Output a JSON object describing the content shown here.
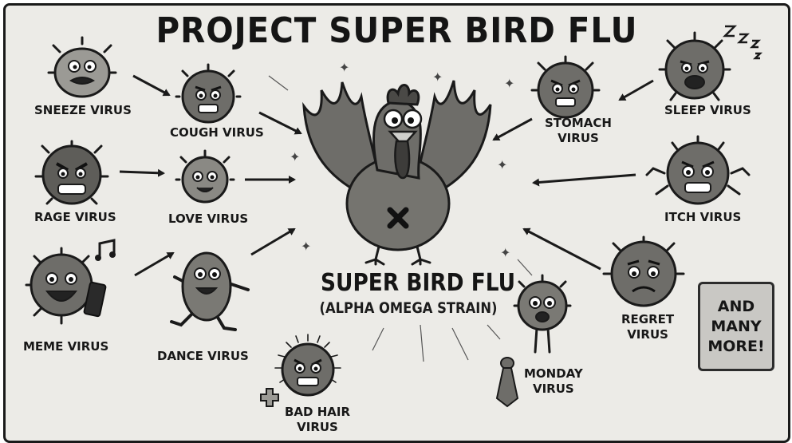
{
  "poster": {
    "title": "PROJECT SUPER BIRD FLU",
    "center": {
      "title": "SUPER BIRD FLU",
      "subtitle": "(ALPHA OMEGA STRAIN)"
    },
    "viruses": [
      {
        "id": "sneeze",
        "label": "SNEEZE VIRUS",
        "face": "sneezing"
      },
      {
        "id": "cough",
        "label": "COUGH VIRUS",
        "face": "angry"
      },
      {
        "id": "rage",
        "label": "RAGE VIRUS",
        "face": "furious"
      },
      {
        "id": "love",
        "label": "LOVE VIRUS",
        "face": "happy"
      },
      {
        "id": "meme",
        "label": "MEME VIRUS",
        "face": "laughing"
      },
      {
        "id": "dance",
        "label": "DANCE VIRUS",
        "face": "grinning"
      },
      {
        "id": "bad-hair",
        "label": "BAD HAIR\nVIRUS",
        "face": "grumpy"
      },
      {
        "id": "monday",
        "label": "MONDAY\nVIRUS",
        "face": "worried"
      },
      {
        "id": "regret",
        "label": "REGRET\nVIRUS",
        "face": "sad"
      },
      {
        "id": "itch",
        "label": "ITCH VIRUS",
        "face": "irritated"
      },
      {
        "id": "stomach",
        "label": "STOMACH\nVIRUS",
        "face": "nauseous"
      },
      {
        "id": "sleep",
        "label": "SLEEP VIRUS",
        "face": "yawning"
      }
    ],
    "more_box": {
      "text": "AND\nMANY\nMORE!"
    },
    "icons": {
      "music_note": "music-note-icon",
      "phone": "phone-icon",
      "zzz": "zzz-icon",
      "necktie": "necktie-icon",
      "x_mark": "x-mark-icon"
    },
    "colors": {
      "background": "#ecebe7",
      "virus_fill": "#6e6d69",
      "outline": "#1a1a1a",
      "box_fill": "#c9c8c4"
    }
  }
}
